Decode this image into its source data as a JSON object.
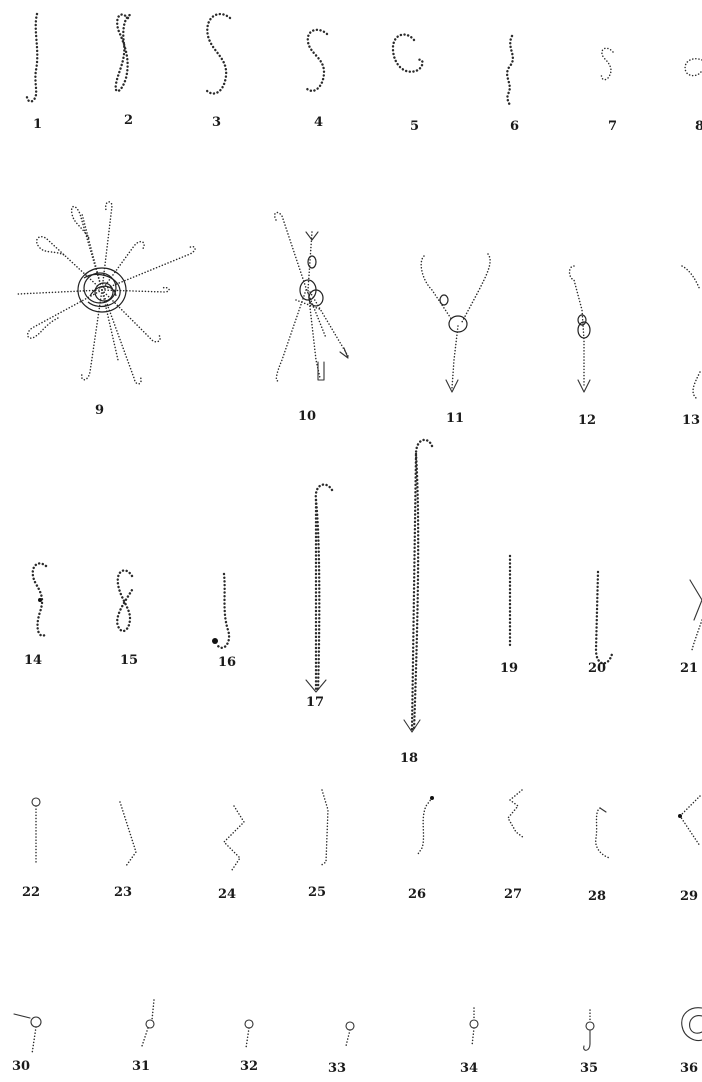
{
  "figures": [
    {
      "number": "1"
    },
    {
      "number": "2"
    },
    {
      "number": "3"
    },
    {
      "number": "4"
    },
    {
      "number": "5"
    },
    {
      "number": "6"
    },
    {
      "number": "7"
    },
    {
      "number": "8"
    },
    {
      "number": "9"
    },
    {
      "number": "10"
    },
    {
      "number": "11"
    },
    {
      "number": "12"
    },
    {
      "number": "13"
    },
    {
      "number": "14"
    },
    {
      "number": "15"
    },
    {
      "number": "16"
    },
    {
      "number": "17"
    },
    {
      "number": "18"
    },
    {
      "number": "19"
    },
    {
      "number": "20"
    },
    {
      "number": "21"
    },
    {
      "number": "22"
    },
    {
      "number": "23"
    },
    {
      "number": "24"
    },
    {
      "number": "25"
    },
    {
      "number": "26"
    },
    {
      "number": "27"
    },
    {
      "number": "28"
    },
    {
      "number": "29"
    },
    {
      "number": "30"
    },
    {
      "number": "31"
    },
    {
      "number": "32"
    },
    {
      "number": "33"
    },
    {
      "number": "34"
    },
    {
      "number": "35"
    },
    {
      "number": "36"
    }
  ],
  "colors": {
    "ink": "#2a2a2a",
    "paper": "#ffffff"
  }
}
